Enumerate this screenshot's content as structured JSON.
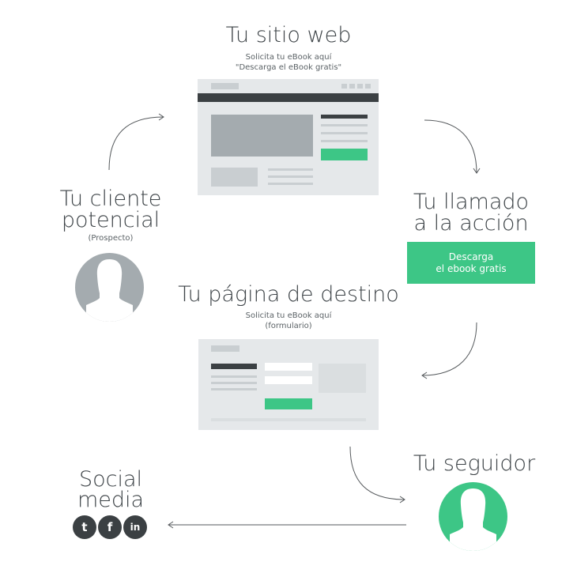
{
  "website": {
    "title": "Tu sitio web",
    "sub_line1": "Solicita tu eBook aquí",
    "sub_line2": "\"Descarga el eBook gratis\""
  },
  "cta": {
    "title_line1": "Tu llamado",
    "title_line2": "a la acción",
    "button_line1": "Descarga",
    "button_line2": "el ebook gratis"
  },
  "prospect": {
    "title_line1": "Tu cliente",
    "title_line2": "potencial",
    "sub": "(Prospecto)"
  },
  "landing": {
    "title": "Tu página de destino",
    "sub_line1": "Solicita tu eBook aquí",
    "sub_line2": "(formulario)"
  },
  "follower": {
    "title": "Tu seguidor"
  },
  "social": {
    "title_line1": "Social",
    "title_line2": "media",
    "icons": [
      {
        "icon": "twitter-icon",
        "glyph": "t"
      },
      {
        "icon": "facebook-icon",
        "glyph": "f"
      },
      {
        "icon": "linkedin-icon",
        "glyph": "in"
      }
    ]
  },
  "colors": {
    "green": "#3dc686",
    "gray_avatar": "#a4abaf",
    "dark": "#3b4043"
  }
}
